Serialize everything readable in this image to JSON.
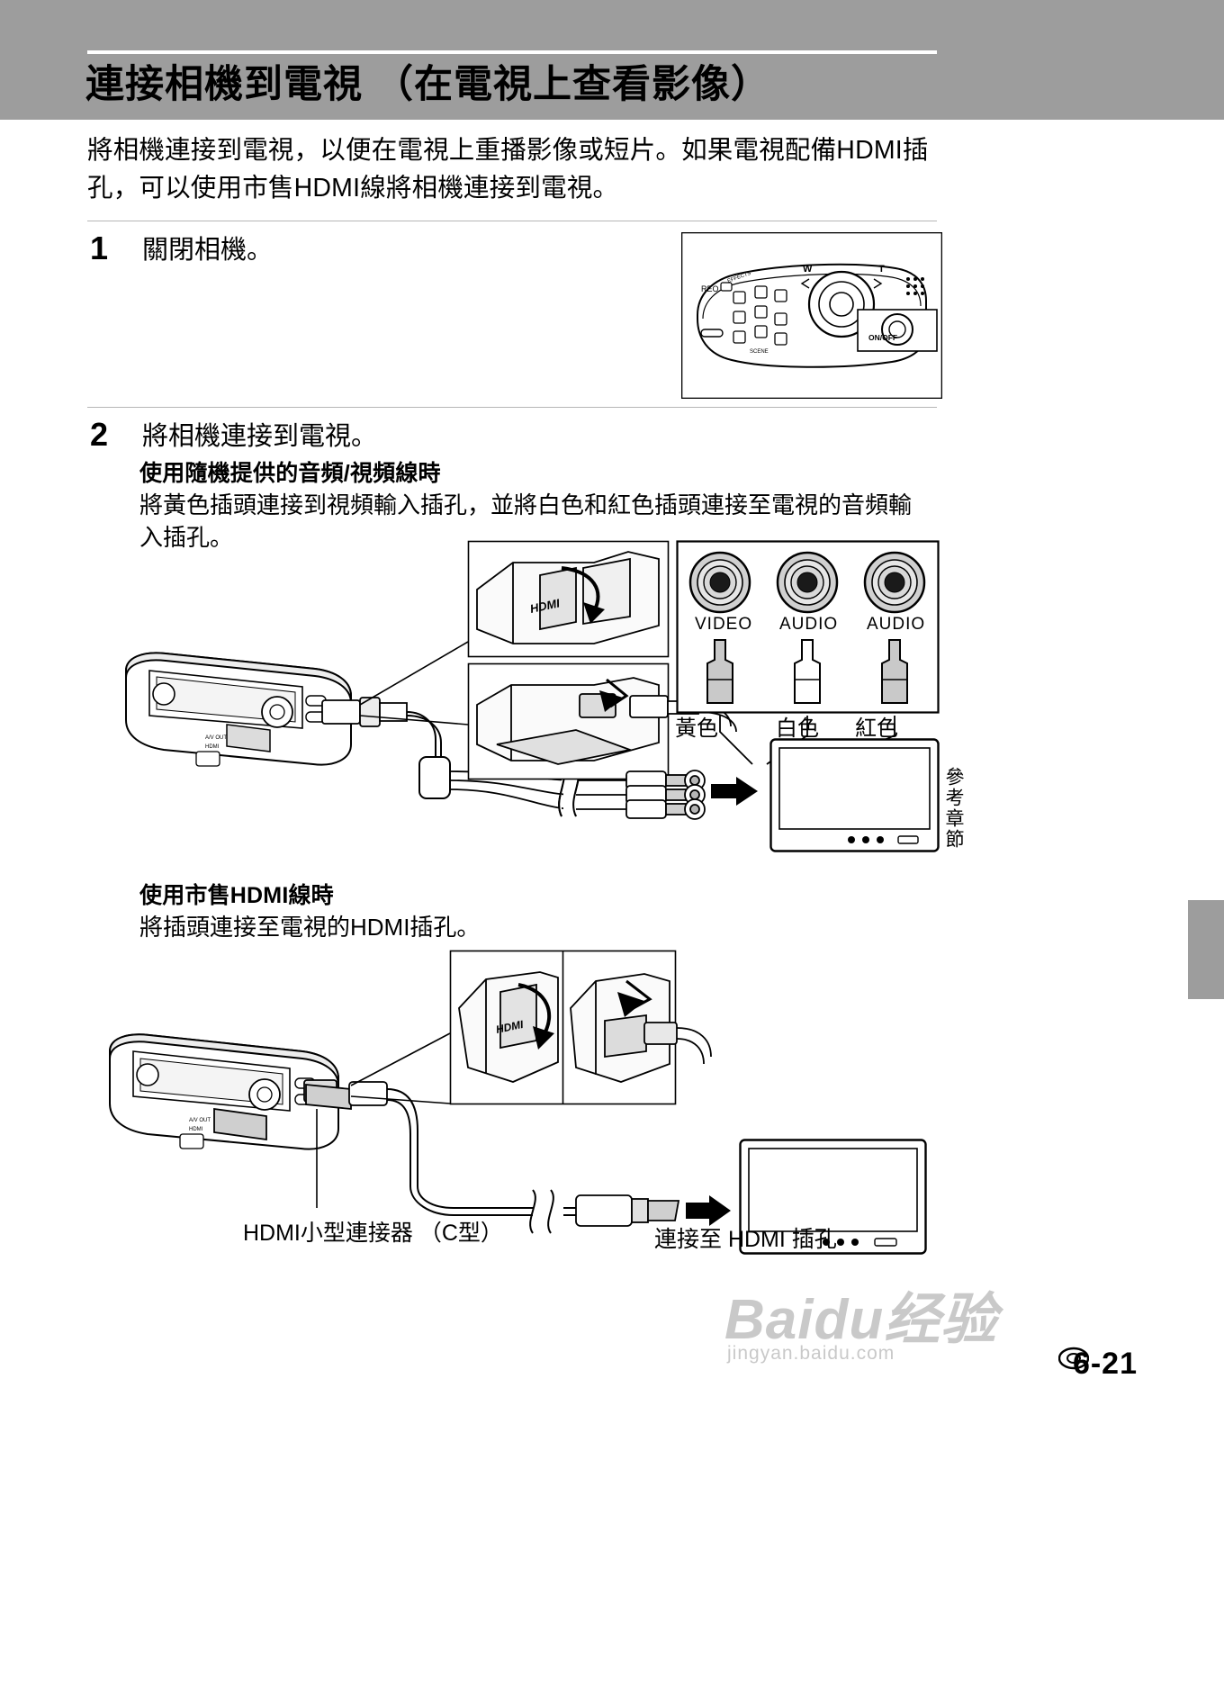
{
  "header": {
    "title": "連接相機到電視 （在電視上查看影像）"
  },
  "intro": "將相機連接到電視，以便在電視上重播影像或短片。如果電視配備HDMI插孔，可以使用市售HDMI線將相機連接到電視。",
  "steps": [
    {
      "number": "1",
      "text": "關閉相機。"
    },
    {
      "number": "2",
      "text": "將相機連接到電視。"
    }
  ],
  "sections": [
    {
      "heading": "使用隨機提供的音頻/視頻線時",
      "body": "將黃色插頭連接到視頻輸入插孔，並將白色和紅色插頭連接至電視的音頻輸入插孔。"
    },
    {
      "heading": "使用市售HDMI線時",
      "body": "將插頭連接至電視的HDMI插孔。"
    }
  ],
  "jack_panel": {
    "jacks": [
      {
        "label": "VIDEO",
        "color_label": "黃色",
        "plug_color": "#d8d8d8"
      },
      {
        "label": "AUDIO",
        "color_label": "白色",
        "plug_color": "#ffffff"
      },
      {
        "label": "AUDIO",
        "color_label": "紅色",
        "plug_color": "#d8d8d8"
      }
    ]
  },
  "camera_labels": {
    "hdmi_port": "HDMI",
    "av_port": "A/V OUT",
    "power_button": "ON/OFF",
    "zoom_wide": "W",
    "zoom_tele": "T",
    "mode_effects": "EFFECTS",
    "mode_scene": "SCENE",
    "movie_rec": "REC"
  },
  "hdmi_captions": {
    "mini_connector": "HDMI小型連接器 （C型）",
    "tv_jack": "連接至 HDMI 插孔"
  },
  "side_tab_label": "參考章節",
  "watermark": {
    "brand": "Baidu经验",
    "url": "jingyan.baidu.com"
  },
  "page_number": "6-21"
}
